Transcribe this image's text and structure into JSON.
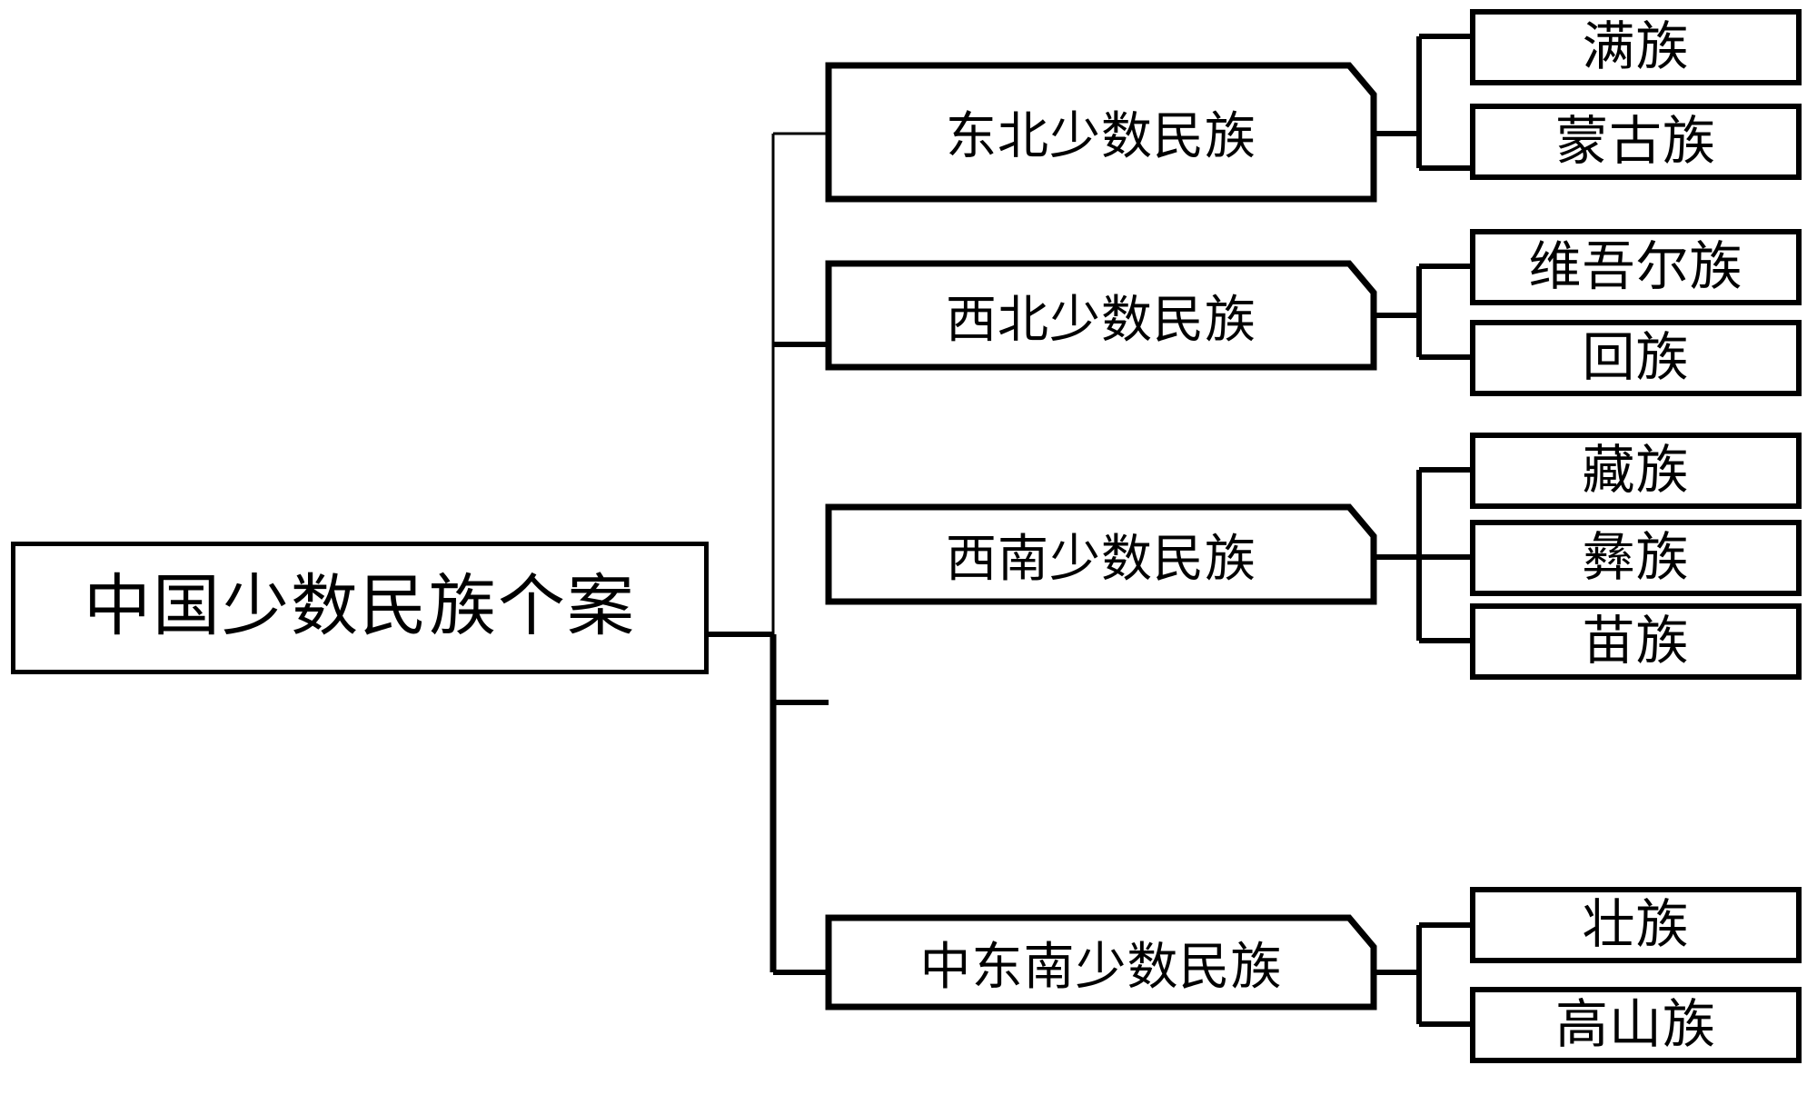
{
  "diagram": {
    "type": "tree-mindmap",
    "orientation": "left-to-right",
    "title_text": "中国少数民族个案",
    "colors": {
      "stroke": "#000000",
      "fill": "#ffffff",
      "text": "#000000"
    },
    "root": {
      "label": "中国少数民族个案"
    },
    "branches": [
      {
        "label": "东北少数民族",
        "leaves": [
          {
            "label": "满族"
          },
          {
            "label": "蒙古族"
          }
        ]
      },
      {
        "label": "西北少数民族",
        "leaves": [
          {
            "label": "维吾尔族"
          },
          {
            "label": "回族"
          }
        ]
      },
      {
        "label": "西南少数民族",
        "leaves": [
          {
            "label": "藏族"
          },
          {
            "label": "彝族"
          },
          {
            "label": "苗族"
          }
        ]
      },
      {
        "label": "中东南少数民族",
        "leaves": [
          {
            "label": "壮族"
          },
          {
            "label": "高山族"
          }
        ]
      }
    ]
  }
}
